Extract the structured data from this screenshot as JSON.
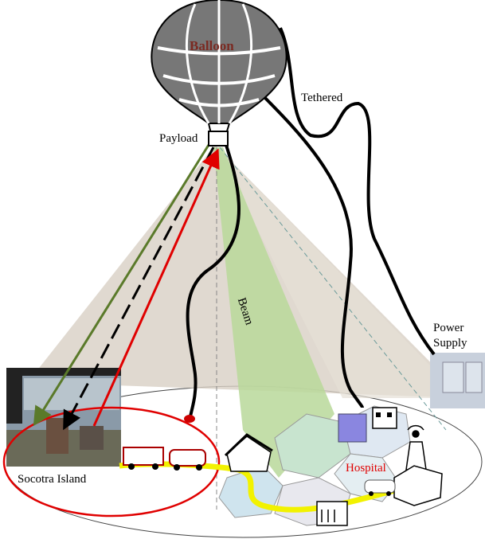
{
  "labels": {
    "balloon": "Balloon",
    "tethered": "Tethered",
    "payload": "Payload",
    "beam": "Beam",
    "power_supply_line1": "Power",
    "power_supply_line2": "Supply",
    "island": "Socotra Island",
    "hospital": "Hospital"
  },
  "colors": {
    "balloon_label": "#7a2a22",
    "hospital_label": "#e00000",
    "uplink_arrow": "#e00000",
    "downlink_arrow": "#5a7a2a",
    "beam": "#b8d89a",
    "coverage_cone": "#d8d0c4",
    "road": "#f2f200",
    "island_circle": "#e00000"
  }
}
